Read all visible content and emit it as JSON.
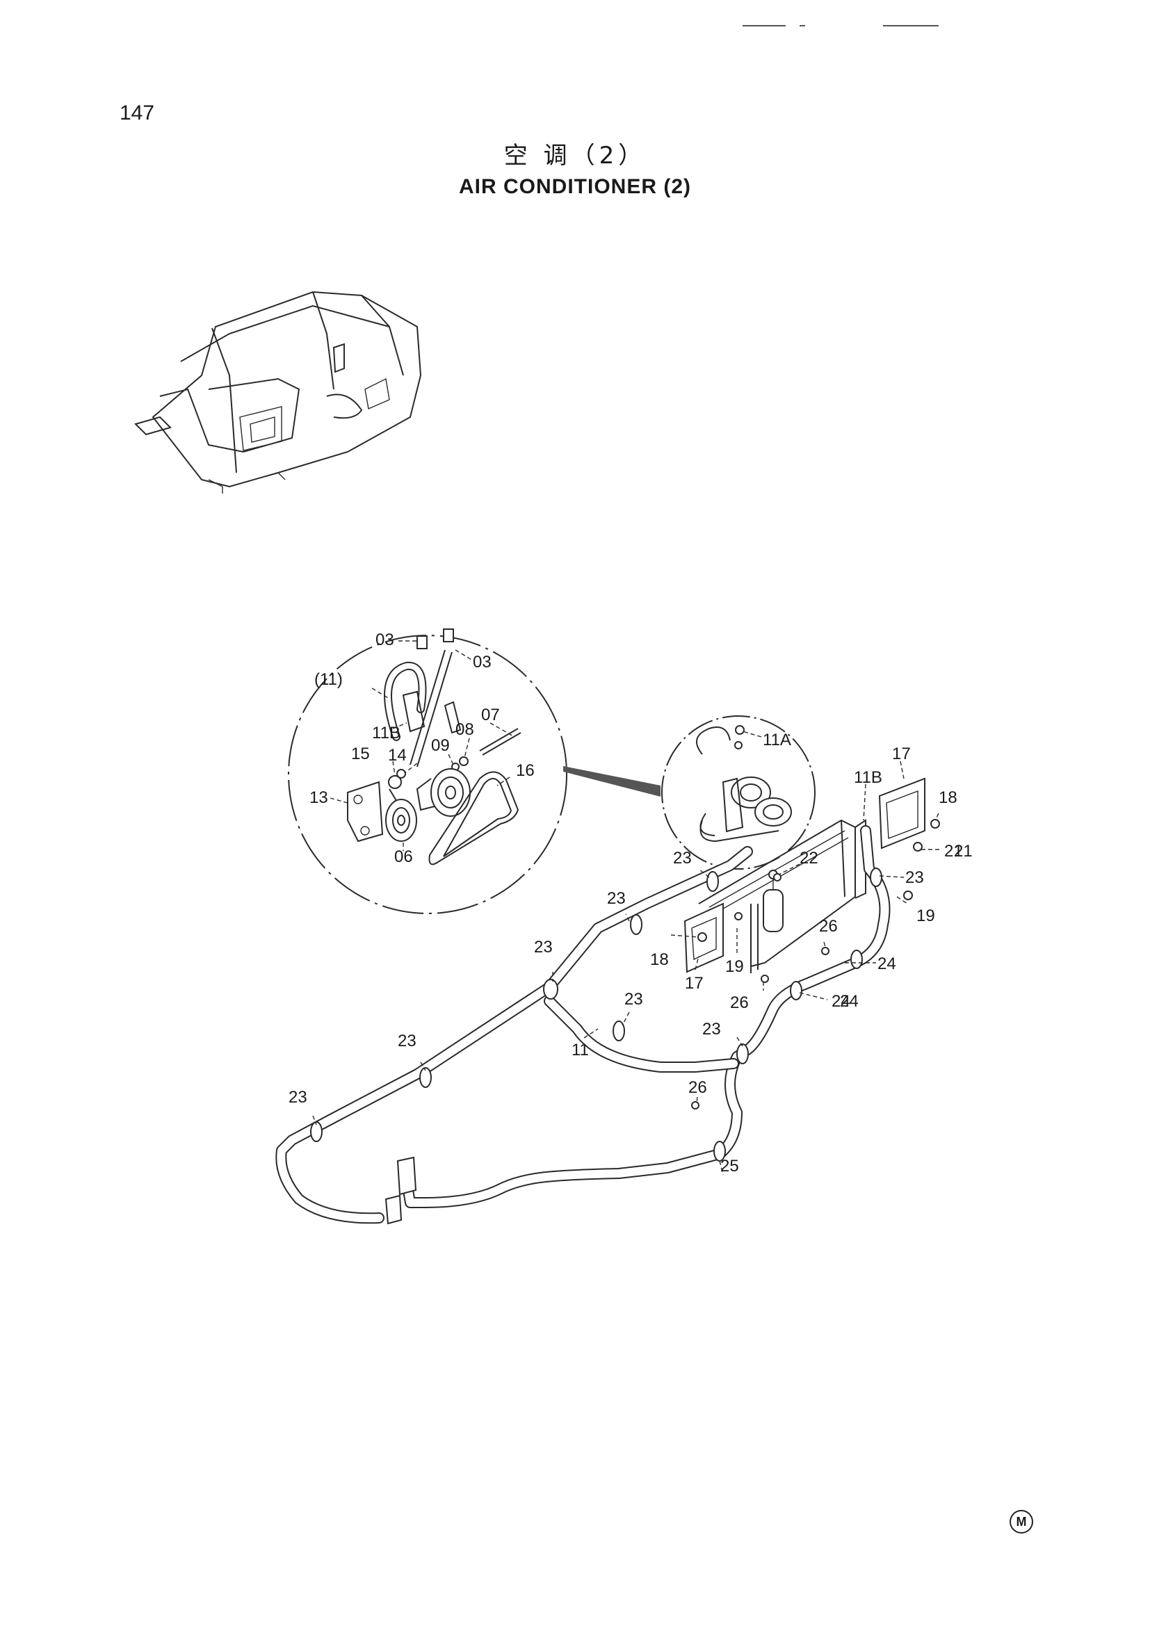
{
  "page": {
    "number": "147",
    "title_cn": "空  调（2）",
    "title_en": "AIR  CONDITIONER (2)",
    "mark": "M"
  },
  "callouts": {
    "c03a": "03",
    "c03b": "03",
    "c11p": "(11)",
    "c11b_d": "11B",
    "c07": "07",
    "c08": "08",
    "c09": "09",
    "c15": "15",
    "c14": "14",
    "c16": "16",
    "c13": "13",
    "c06": "06",
    "c11a": "11A",
    "c17a": "17",
    "c11b": "11B",
    "c18a": "18",
    "c21": "21",
    "c23a": "23",
    "c22": "22",
    "c23b": "23",
    "c19a": "19",
    "c23c": "23",
    "c23d": "23",
    "c26a": "26",
    "c24a": "24",
    "c18b": "18",
    "c17b": "17",
    "c19b": "19",
    "c26b": "26",
    "c24b": "24",
    "c23e": "23",
    "c11": "11",
    "c23f": "23",
    "c23g": "23",
    "c23h": "23",
    "c26c": "26",
    "c25": "25"
  }
}
